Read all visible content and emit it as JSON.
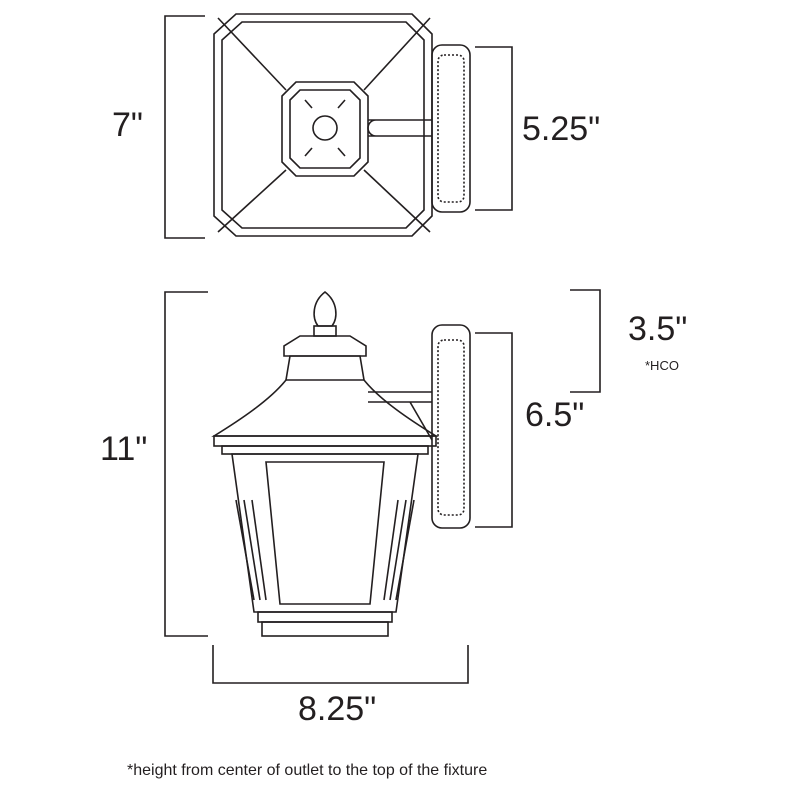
{
  "colors": {
    "line": "#231f20",
    "background": "#ffffff"
  },
  "top_view": {
    "width_label": "7\"",
    "depth_label": "5.25\""
  },
  "side_view": {
    "height_label": "11\"",
    "hco_label": "3.5\"",
    "hco_marker": "*HCO",
    "backplate_label": "6.5\"",
    "width_label": "8.25\""
  },
  "footnote": "*height from center of outlet to the top of the fixture"
}
